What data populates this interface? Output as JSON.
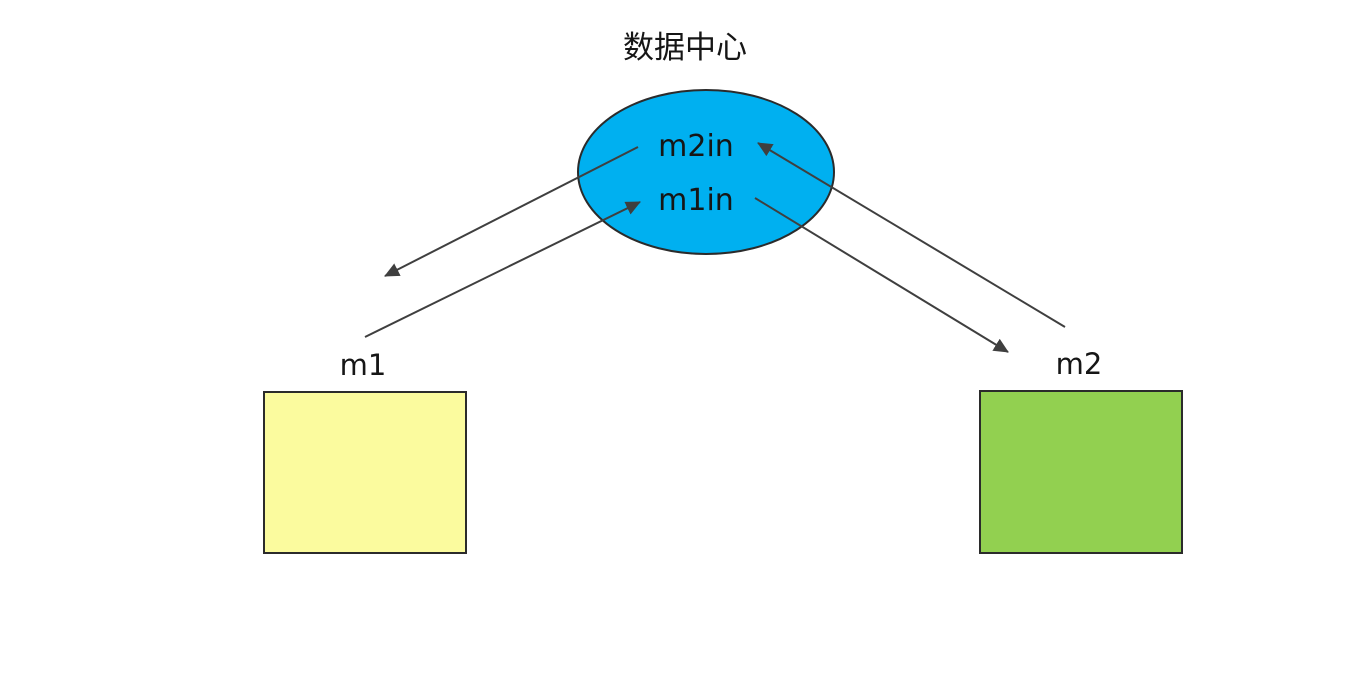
{
  "canvas": {
    "background": "#ffffff"
  },
  "diagram": {
    "title": "数据中心",
    "hub": {
      "shape": "ellipse",
      "fill": "#00b0f0",
      "ports": [
        {
          "label": "m2in"
        },
        {
          "label": "m1in"
        }
      ]
    },
    "machines": [
      {
        "label": "m1",
        "fill": "#fbfb9e"
      },
      {
        "label": "m2",
        "fill": "#92d050"
      }
    ],
    "arrow_color": "#3f3f3f",
    "arrows": [
      {
        "name": "m2in-to-m1",
        "from": "m2in",
        "to": "m1"
      },
      {
        "name": "m1-to-m1in",
        "from": "m1",
        "to": "m1in"
      },
      {
        "name": "m1in-to-m2",
        "from": "m1in",
        "to": "m2"
      },
      {
        "name": "m2-to-m2in",
        "from": "m2",
        "to": "m2in"
      }
    ]
  }
}
